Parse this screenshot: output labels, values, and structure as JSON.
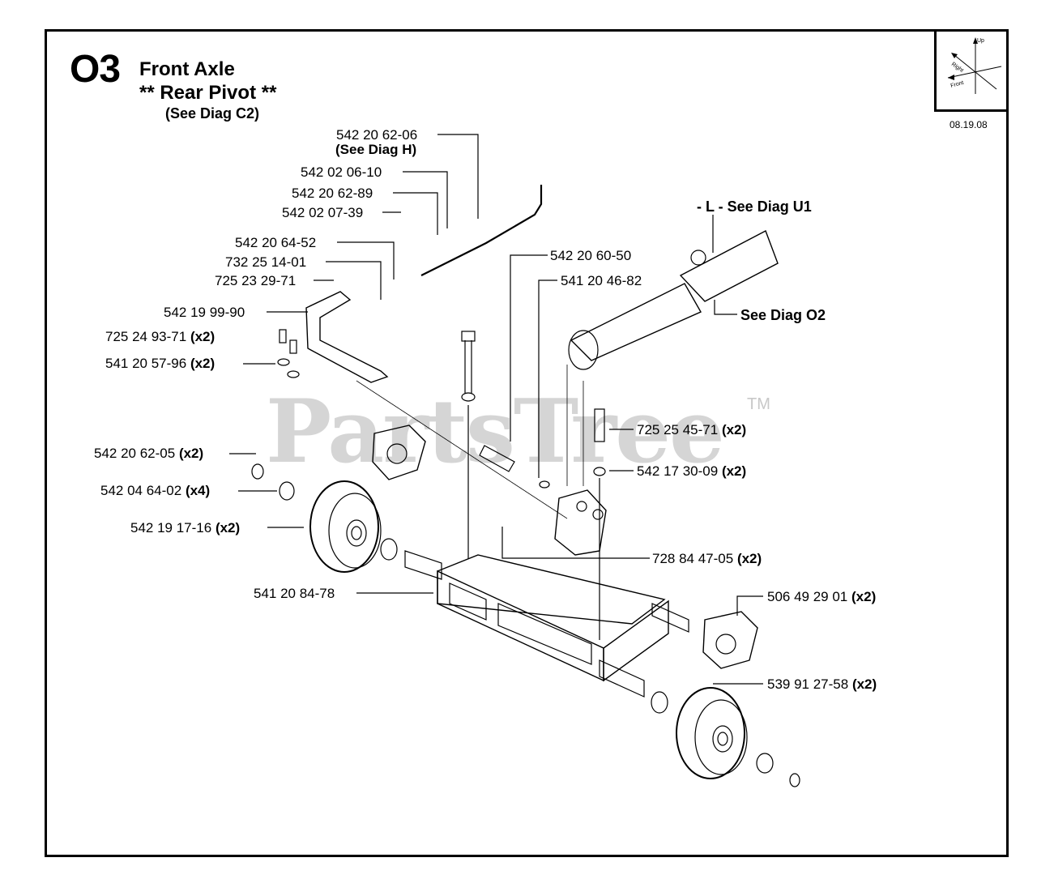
{
  "header": {
    "code": "O3",
    "title": "Front Axle",
    "subtitle": "** Rear Pivot **",
    "see_note": "(See Diag C2)",
    "date": "08.19.08"
  },
  "compass": {
    "labels": [
      "Up",
      "Right",
      "Front"
    ]
  },
  "watermark": {
    "text": "PartsTree",
    "tm": "TM"
  },
  "parts": [
    {
      "id": "p1",
      "number": "542 20 62-06",
      "qty": "",
      "note": "(See Diag H)"
    },
    {
      "id": "p2",
      "number": "542 02 06-10",
      "qty": ""
    },
    {
      "id": "p3",
      "number": "542 20 62-89",
      "qty": ""
    },
    {
      "id": "p4",
      "number": "542 02 07-39",
      "qty": ""
    },
    {
      "id": "p5",
      "number": "542 20 64-52",
      "qty": ""
    },
    {
      "id": "p6",
      "number": "732 25 14-01",
      "qty": ""
    },
    {
      "id": "p7",
      "number": "725 23 29-71",
      "qty": ""
    },
    {
      "id": "p8",
      "number": "542 19 99-90",
      "qty": ""
    },
    {
      "id": "p9",
      "number": "725 24 93-71",
      "qty": "(x2)"
    },
    {
      "id": "p10",
      "number": "541 20 57-96",
      "qty": "(x2)"
    },
    {
      "id": "p11",
      "number": "542 20 60-50",
      "qty": ""
    },
    {
      "id": "p12",
      "number": "541 20 46-82",
      "qty": ""
    },
    {
      "id": "p13",
      "number": "725 25 45-71",
      "qty": "(x2)"
    },
    {
      "id": "p14",
      "number": "542 17 30-09",
      "qty": "(x2)"
    },
    {
      "id": "p15",
      "number": "542 20 62-05",
      "qty": "(x2)"
    },
    {
      "id": "p16",
      "number": "542 04 64-02",
      "qty": "(x4)"
    },
    {
      "id": "p17",
      "number": "542 19 17-16",
      "qty": "(x2)"
    },
    {
      "id": "p18",
      "number": "728 84 47-05",
      "qty": "(x2)"
    },
    {
      "id": "p19",
      "number": "541 20 84-78",
      "qty": ""
    },
    {
      "id": "p20",
      "number": "506 49 29 01",
      "qty": "(x2)"
    },
    {
      "id": "p21",
      "number": "539 91 27-58",
      "qty": "(x2)"
    }
  ],
  "references": {
    "see_u1": "- L -  See Diag U1",
    "see_o2": "See Diag O2"
  }
}
